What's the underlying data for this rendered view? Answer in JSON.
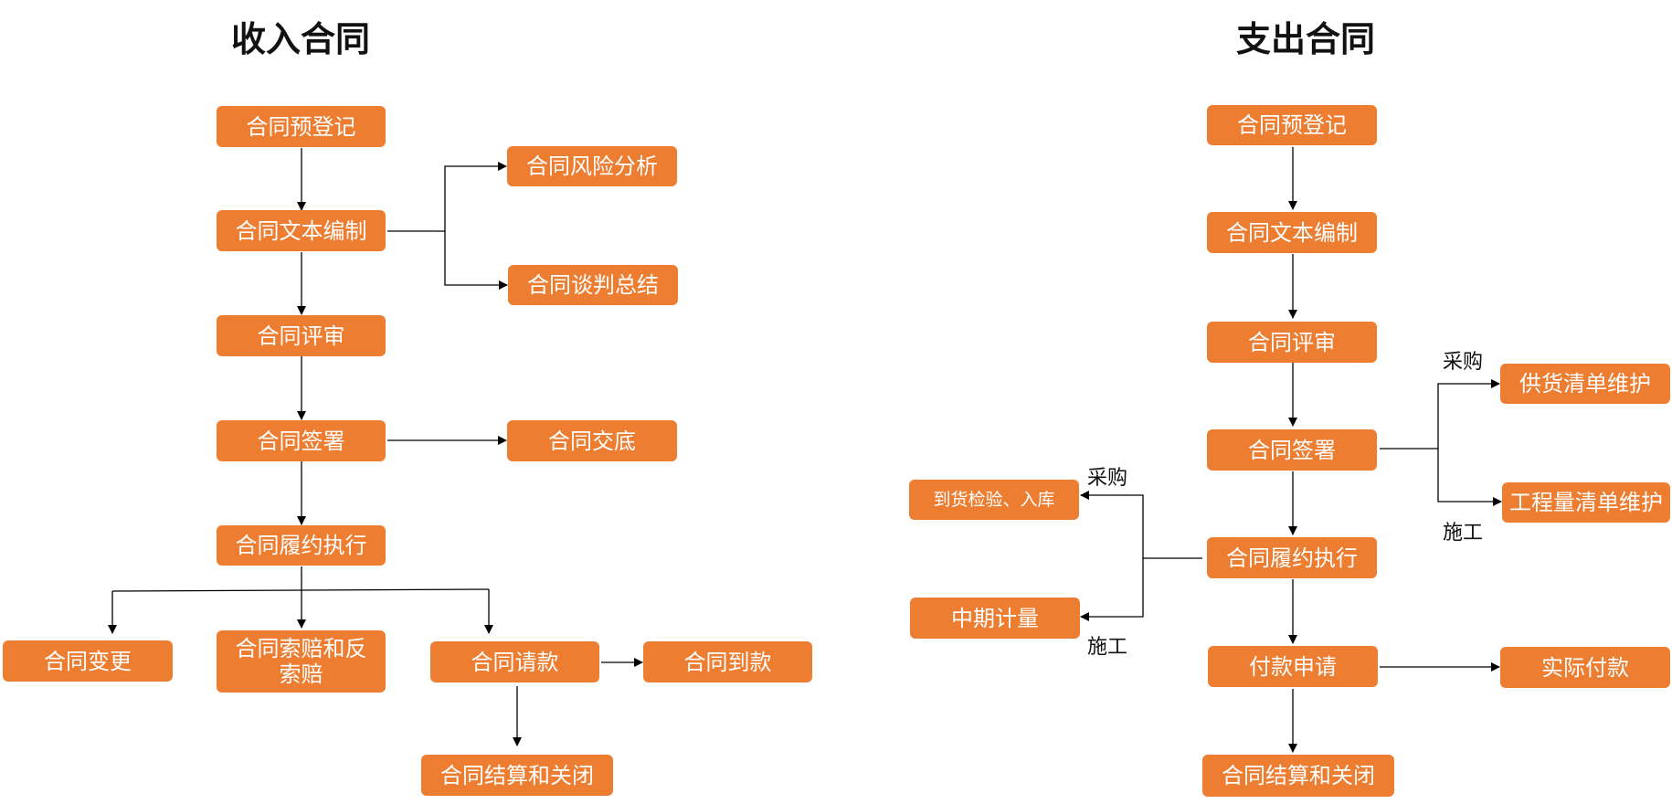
{
  "income": {
    "title": "收入合同",
    "nodes": {
      "prereg": "合同预登记",
      "text_edit": "合同文本编制",
      "risk": "合同风险分析",
      "negotiation": "合同谈判总结",
      "review": "合同评审",
      "sign": "合同签署",
      "handover": "合同交底",
      "perform": "合同履约执行",
      "change": "合同变更",
      "claim": "合同索赔和反索赔",
      "request_pay": "合同请款",
      "received": "合同到款",
      "settle": "合同结算和关闭"
    }
  },
  "expense": {
    "title": "支出合同",
    "nodes": {
      "prereg": "合同预登记",
      "text_edit": "合同文本编制",
      "review": "合同评审",
      "sign": "合同签署",
      "supply_list": "供货清单维护",
      "quantity_list": "工程量清单维护",
      "perform": "合同履约执行",
      "arrival": "到货检验、入库",
      "interim": "中期计量",
      "pay_request": "付款申请",
      "actual_pay": "实际付款",
      "settle": "合同结算和关闭"
    },
    "labels": {
      "purchase_right": "采购",
      "construction_right": "施工",
      "purchase_left": "采购",
      "construction_left": "施工"
    }
  }
}
